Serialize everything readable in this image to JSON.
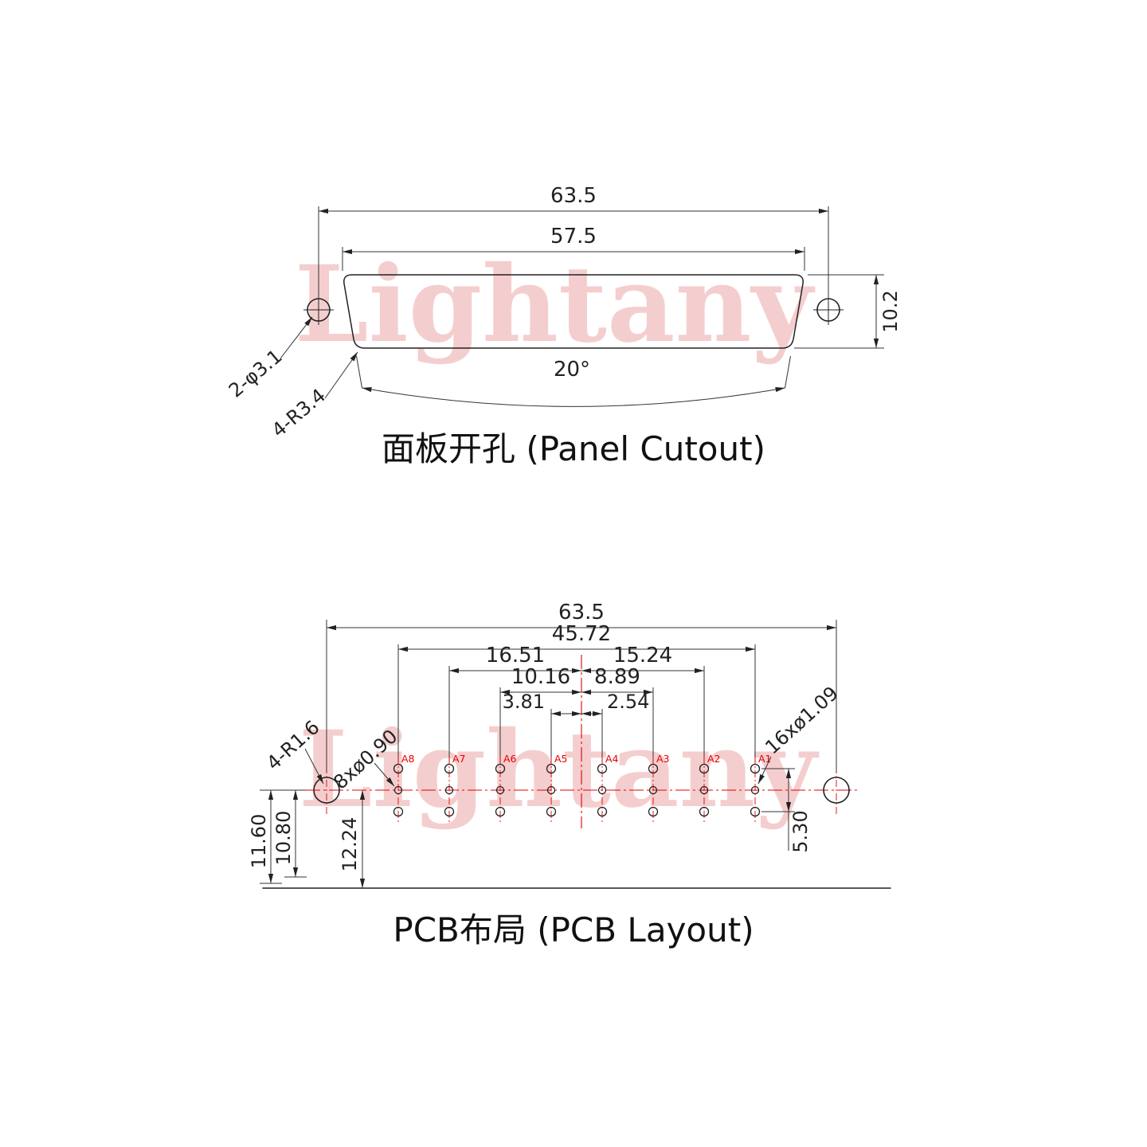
{
  "watermark": {
    "text": "Lightany"
  },
  "panel_cutout": {
    "title": "面板开孔 (Panel Cutout)",
    "dim_outer_width": "63.5",
    "dim_slot_width": "57.5",
    "dim_height": "10.2",
    "dim_angle": "20°",
    "label_mount_holes": "2-φ3.1",
    "label_corner_radius": "4-R3.4"
  },
  "pcb_layout": {
    "title": "PCB布局 (PCB Layout)",
    "dim_outer_width": "63.5",
    "dim_pin_span": "45.72",
    "dim_a7_to_center": "16.51",
    "dim_center_to_a2": "15.24",
    "dim_a6_to_center": "10.16",
    "dim_center_to_a3": "8.89",
    "dim_a5_to_center": "3.81",
    "dim_center_to_a4": "2.54",
    "dim_left_a": "11.60",
    "dim_left_b": "10.80",
    "dim_left_c": "12.24",
    "dim_pin_rows": "5.30",
    "label_mount_radius": "4-R1.6",
    "label_signal_holes": "8xø0.90",
    "label_ground_holes": "16xø1.09",
    "pins": [
      {
        "label": "A8"
      },
      {
        "label": "A7"
      },
      {
        "label": "A6"
      },
      {
        "label": "A5"
      },
      {
        "label": "A4"
      },
      {
        "label": "A3"
      },
      {
        "label": "A2"
      },
      {
        "label": "A1"
      }
    ]
  }
}
